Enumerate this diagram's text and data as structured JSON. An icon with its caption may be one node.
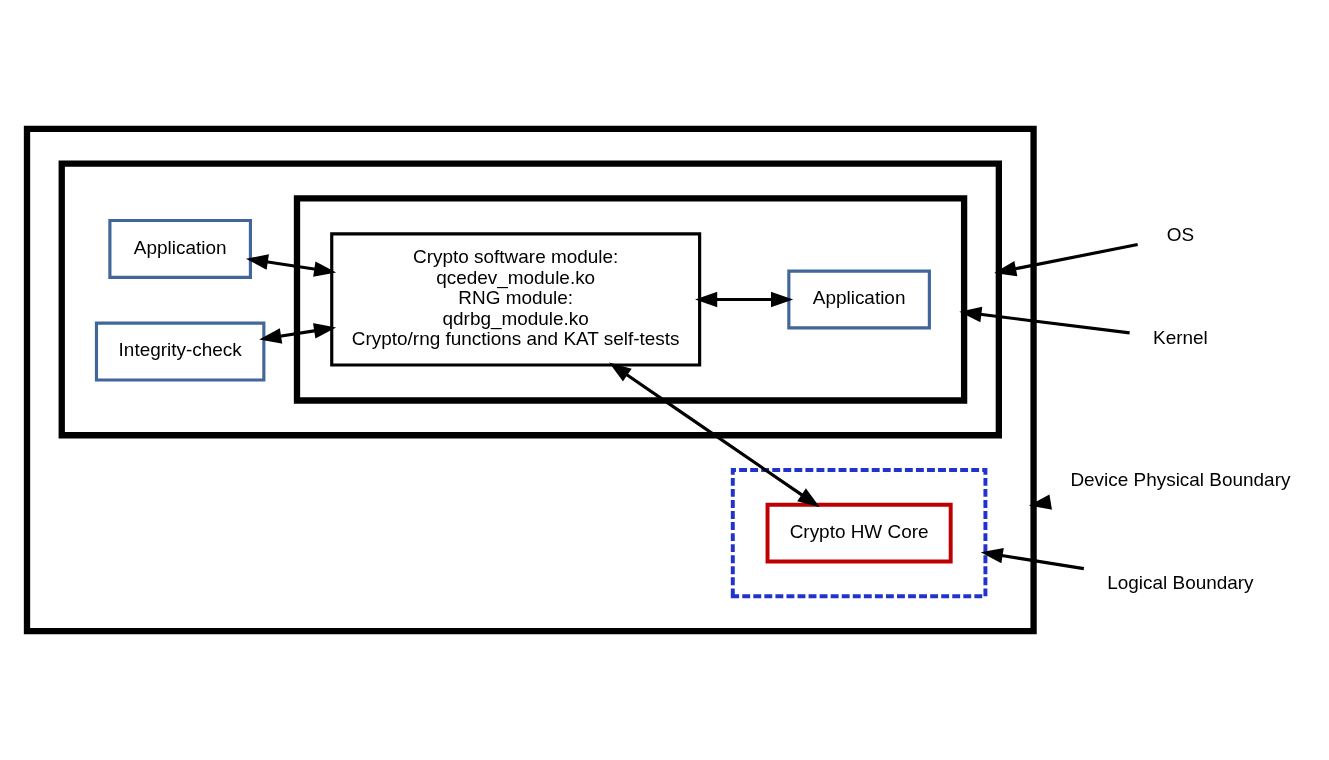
{
  "diagram": {
    "nodes": [
      {
        "text": [],
        "shape": "box"
      },
      {
        "text": [],
        "shape": "box",
        "in": 0
      },
      {
        "text": [],
        "shape": "box",
        "in": 1
      },
      {
        "text": [],
        "shape": "box",
        "in": 0
      },
      {
        "text": [
          "Application"
        ],
        "in": 1
      },
      {
        "text": [
          "Integrity-check"
        ],
        "in": 1
      },
      {
        "text": [
          "Crypto software module:",
          "qcedev_module.ko",
          "RNG module:",
          "qdrbg_module.ko",
          "Crypto/rng functions and KAT self-tests"
        ],
        "in": 2
      },
      {
        "text": [
          "Application"
        ],
        "in": 2
      },
      {
        "text": [
          "Crypto HW Core"
        ],
        "in": 3
      },
      {
        "text": [
          "Device Physical Boundary"
        ]
      },
      {
        "text": [
          "Logical Boundary"
        ]
      },
      {
        "text": [
          "OS"
        ]
      },
      {
        "text": [
          "Kernel"
        ]
      }
    ],
    "edges": [
      {
        "from": 4,
        "to": 6,
        "arrow": "both"
      },
      {
        "from": 5,
        "to": 6,
        "arrow": "both"
      },
      {
        "from": 6,
        "to": 8,
        "arrow": "both"
      },
      {
        "from": 6,
        "to": 7,
        "arrow": "both"
      },
      {
        "from": 9,
        "to": 0,
        "arrow": "to"
      },
      {
        "from": 10,
        "to": 3,
        "arrow": "to"
      },
      {
        "from": 11,
        "to": 1,
        "arrow": "to"
      },
      {
        "from": 12,
        "to": 2,
        "arrow": "to"
      }
    ]
  }
}
